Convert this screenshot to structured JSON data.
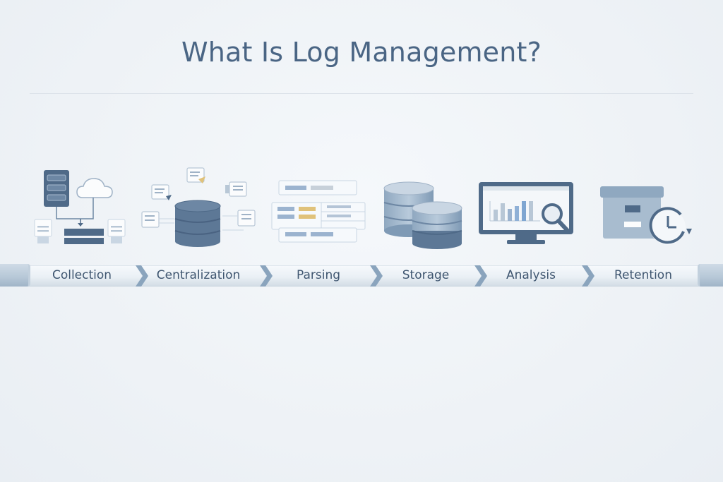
{
  "title": "What Is Log Management?",
  "stages": [
    {
      "label": "Collection",
      "icon": "servers-cloud-network-icon"
    },
    {
      "label": "Centralization",
      "icon": "database-with-log-documents-icon"
    },
    {
      "label": "Parsing",
      "icon": "parsed-fields-table-icon"
    },
    {
      "label": "Storage",
      "icon": "stacked-databases-icon"
    },
    {
      "label": "Analysis",
      "icon": "monitor-chart-magnifier-icon"
    },
    {
      "label": "Retention",
      "icon": "archive-box-clock-icon"
    }
  ],
  "colors": {
    "title": "#4a6584",
    "icon_dark": "#4f6a88",
    "icon_mid": "#7f9ab5",
    "icon_light": "#c9d6e3",
    "accent_yellow": "#e0c27a",
    "chevron": "#8aa4bd"
  }
}
